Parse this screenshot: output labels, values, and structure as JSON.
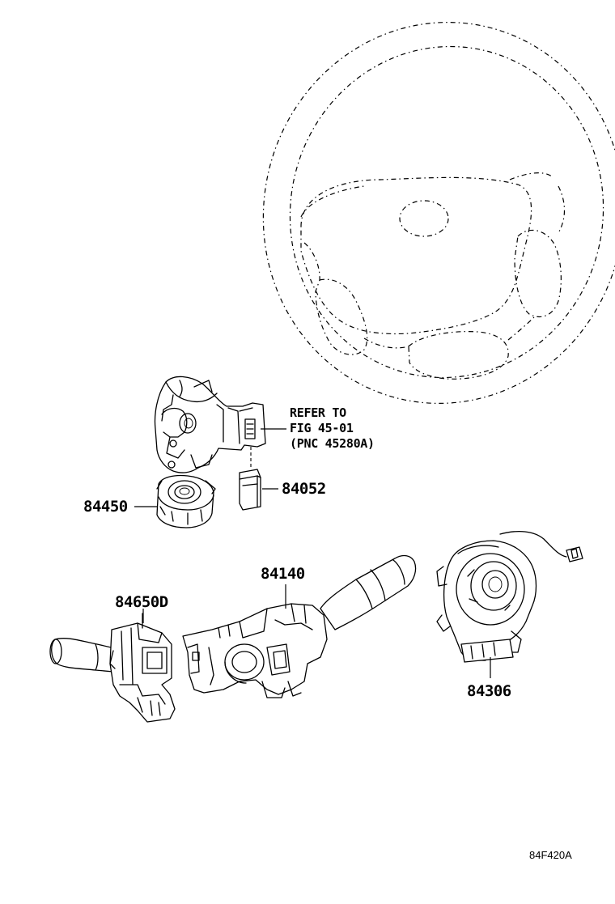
{
  "parts": {
    "p84450": "84450",
    "p84052": "84052",
    "p84140": "84140",
    "p84650d": "84650D",
    "p84306": "84306"
  },
  "reference": {
    "line1": "REFER TO",
    "line2": "FIG 45-01",
    "line3": "(PNC 45280A)"
  },
  "figure_code": "84F420A",
  "icons": {
    "steering_wheel": "steering-wheel-icon",
    "column_housing": "steering-column-housing-icon",
    "ignition_switch": "ignition-switch-icon",
    "key_cylinder": "key-cylinder-icon",
    "turn_signal_switch": "turn-signal-switch-icon",
    "wiper_switch": "wiper-switch-icon",
    "spiral_cable": "spiral-cable-icon"
  }
}
